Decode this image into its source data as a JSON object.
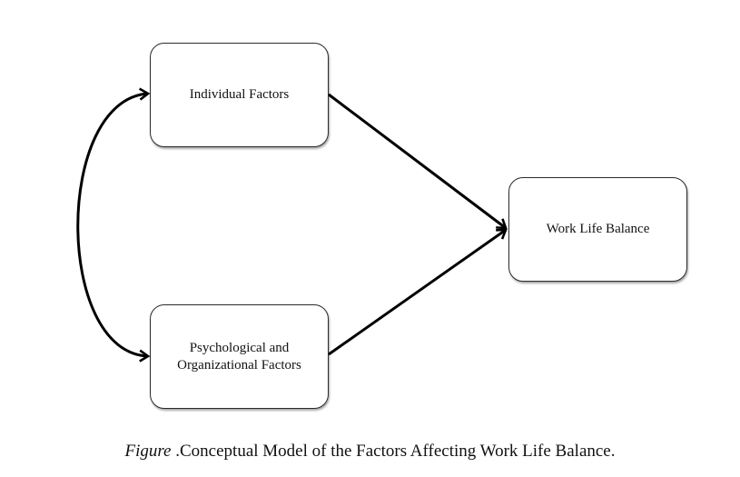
{
  "diagram": {
    "nodes": {
      "individual": "Individual Factors",
      "psych_line1": "Psychological and",
      "psych_line2": "Organizational Factors",
      "wlb": "Work Life Balance"
    },
    "edges": [
      {
        "from": "Individual Factors",
        "to": "Work Life Balance",
        "type": "directed"
      },
      {
        "from": "Psychological and Organizational Factors",
        "to": "Work Life Balance",
        "type": "directed"
      },
      {
        "from": "Individual Factors",
        "to": "Psychological and Organizational Factors",
        "type": "bidirectional-curved"
      }
    ]
  },
  "caption": {
    "prefix": "Figure",
    "text": " .Conceptual Model of the Factors Affecting Work Life Balance."
  }
}
